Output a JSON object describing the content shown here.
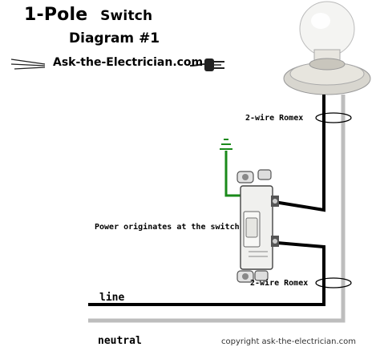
{
  "title": {
    "line1_a": "1-Pole",
    "line1_b": "Switch",
    "line2": "Diagram #1"
  },
  "website": "Ask-the-Electrician.com",
  "labels": {
    "romex_top": "2-wire Romex",
    "power_origin": "Power originates at the switch",
    "romex_bottom": "2-wire Romex",
    "line": "line",
    "neutral": "neutral"
  },
  "copyright": "copyright ask-the-electrician.com",
  "colors": {
    "hot_wire": "#000000",
    "neutral_wire": "#bdbdbd",
    "ground_wire": "#1a8a1a",
    "background": "#ffffff"
  },
  "icons": [
    "plug-icon",
    "light-bulb-icon",
    "toggle-switch-icon",
    "ground-symbol-icon"
  ]
}
